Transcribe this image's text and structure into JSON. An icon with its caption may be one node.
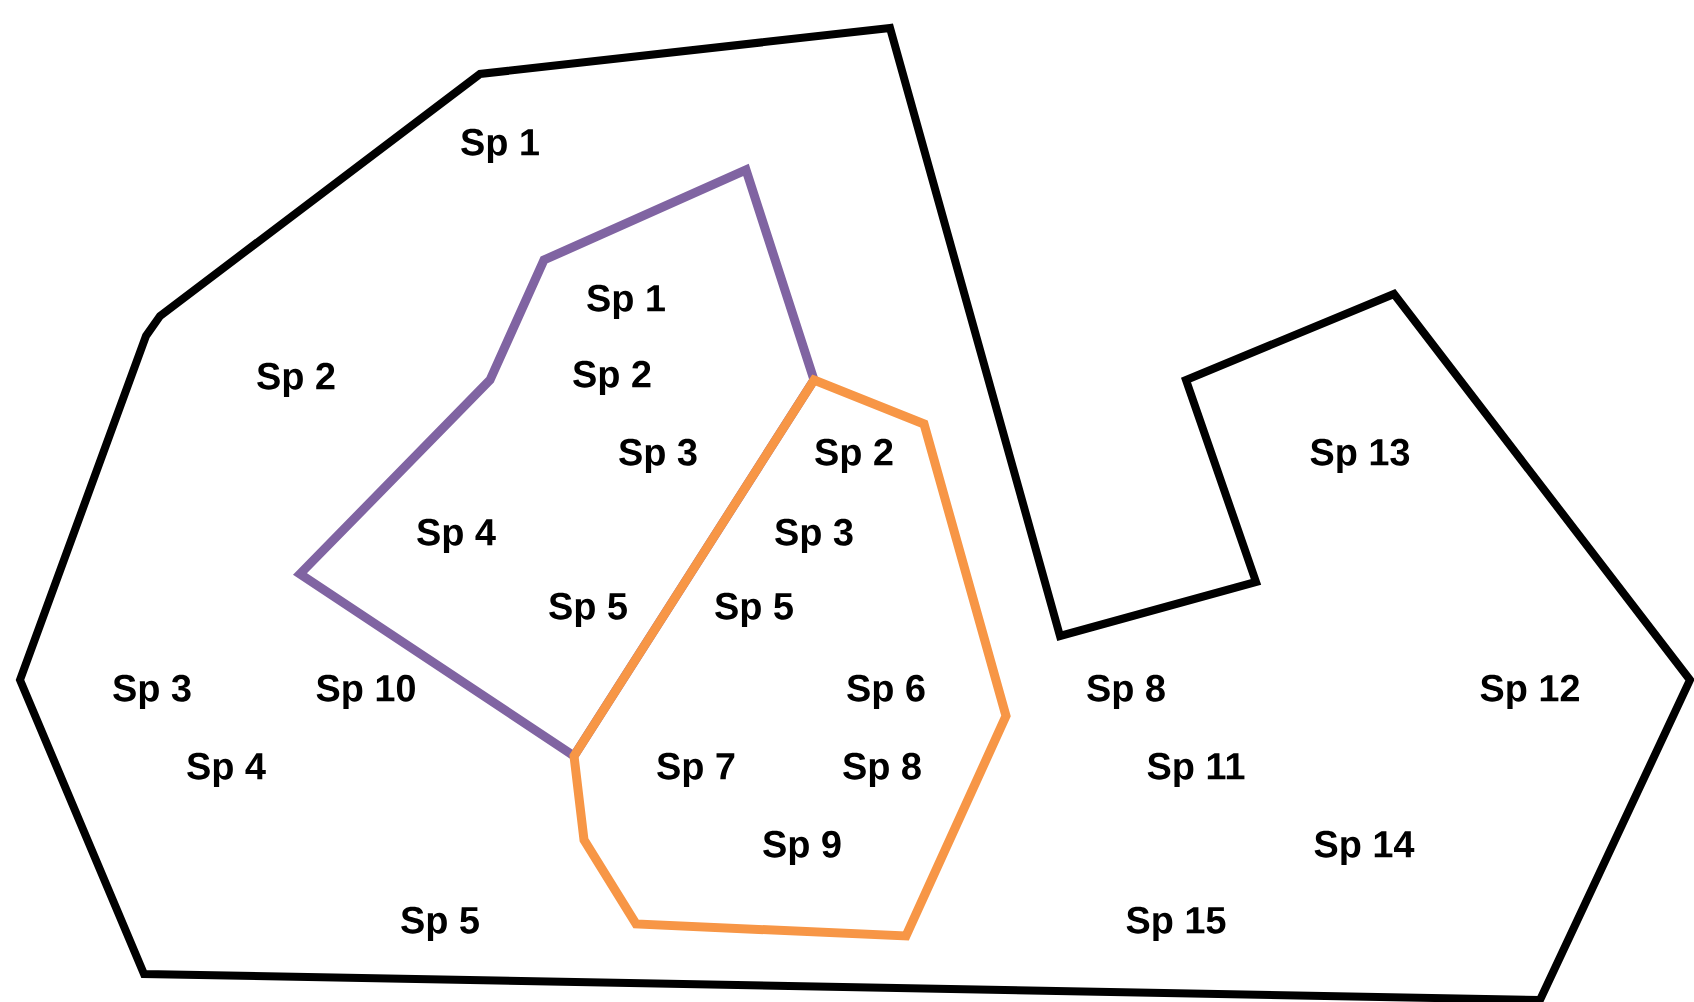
{
  "diagram": {
    "nodes": [
      {
        "text": [
          "Sp 1",
          "Sp 2",
          "Sp 13",
          "Sp 3",
          "Sp 10",
          "Sp 8",
          "Sp 12",
          "Sp 4",
          "Sp 11",
          "Sp 14",
          "Sp 5",
          "Sp 15"
        ]
      },
      {
        "text": [
          "Sp 1",
          "Sp 2",
          "Sp 3",
          "Sp 4",
          "Sp 5"
        ],
        "in": 0
      },
      {
        "text": [
          "Sp 2",
          "Sp 3",
          "Sp 5",
          "Sp 6",
          "Sp 7",
          "Sp 8",
          "Sp 9"
        ],
        "in": 0
      }
    ]
  }
}
